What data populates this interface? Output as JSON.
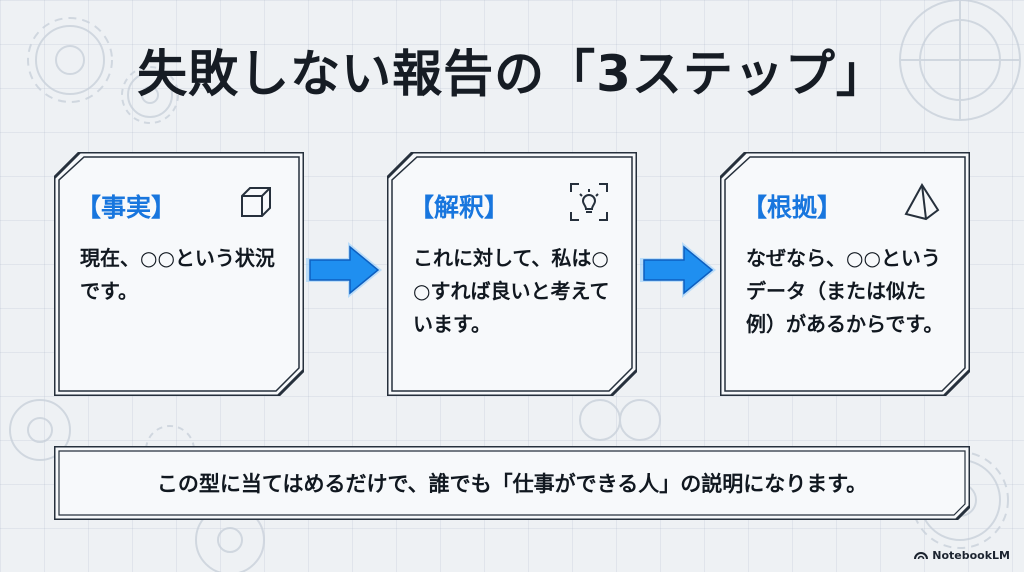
{
  "title": "失敗しない報告の「3ステップ」",
  "steps": [
    {
      "label": "【事実】",
      "body": "現在、○○という状況です。",
      "icon": "cube-icon"
    },
    {
      "label": "【解釈】",
      "body": "これに対して、私は○○すれば良いと考えています。",
      "icon": "lightbulb-icon"
    },
    {
      "label": "【根拠】",
      "body": "なぜなら、○○というデータ（または似た例）があるからです。",
      "icon": "pyramid-icon"
    }
  ],
  "summary": "この型に当てはめるだけで、誰でも「仕事ができる人」の説明になります。",
  "brand": "NotebookLM",
  "colors": {
    "accent": "#1876de",
    "arrow": "#1f8ff0",
    "frame": "#26303c",
    "background": "#eef1f4"
  }
}
